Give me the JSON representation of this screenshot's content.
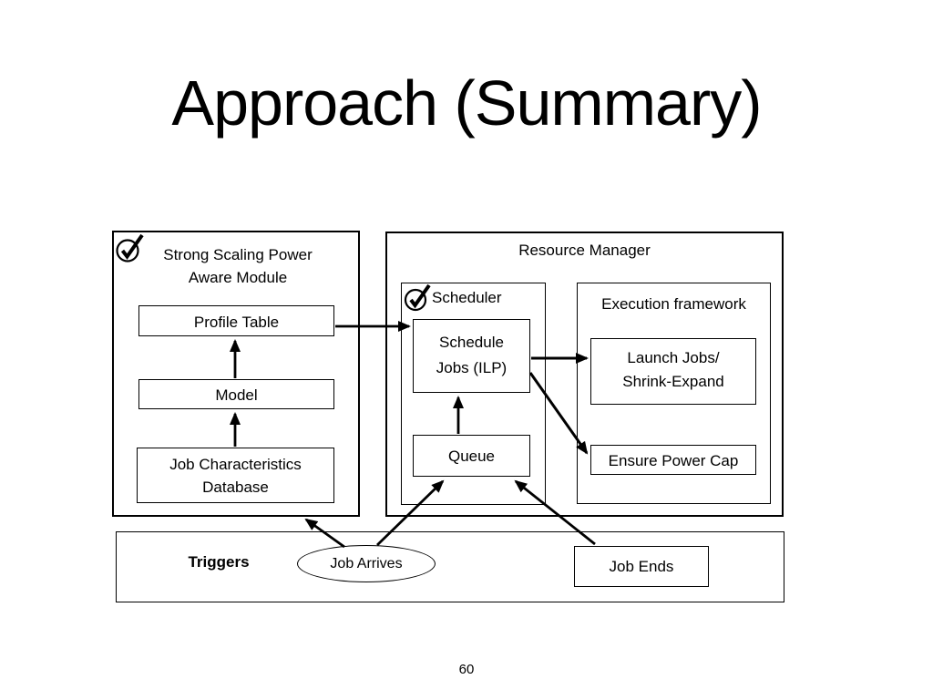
{
  "slide": {
    "title": "Approach (Summary)",
    "page_number": "60"
  },
  "colors": {
    "background": "#ffffff",
    "ink": "#000000"
  },
  "diagram": {
    "module": {
      "label": [
        "Strong Scaling Power",
        "Aware Module"
      ],
      "check_icon": "check-circle",
      "profile_table": "Profile Table",
      "model": "Model",
      "job_characteristics_db": [
        "Job Characteristics",
        "Database"
      ]
    },
    "resource_manager": {
      "title": "Resource Manager",
      "scheduler": {
        "title": "Scheduler",
        "check_icon": "check-circle",
        "schedule_jobs": [
          "Schedule",
          "Jobs (ILP)"
        ],
        "queue": "Queue"
      },
      "execution_framework": {
        "title": "Execution framework",
        "launch_jobs": [
          "Launch Jobs/",
          "Shrink-Expand"
        ],
        "ensure_power_cap": "Ensure Power Cap"
      }
    },
    "triggers": {
      "label": "Triggers",
      "job_arrives": "Job Arrives",
      "job_ends": "Job Ends"
    }
  }
}
